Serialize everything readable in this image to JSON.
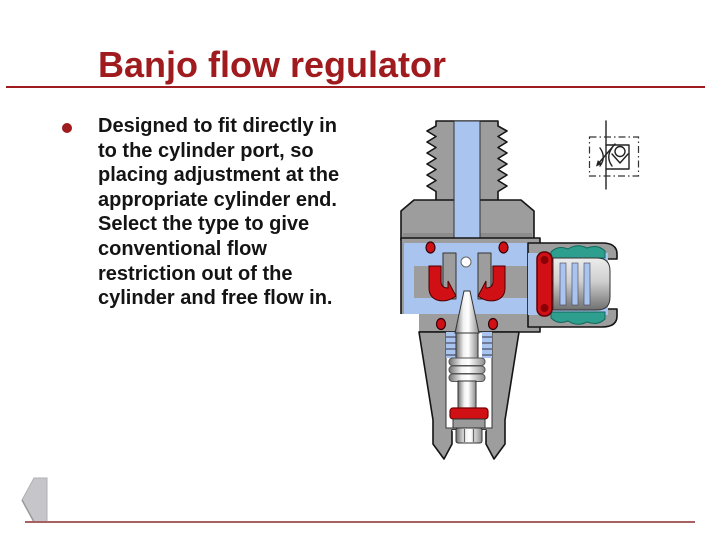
{
  "slide": {
    "title": "Banjo flow regulator",
    "bullet_lines": [
      "Designed to fit directly in",
      "to the cylinder port, so",
      "placing adjustment at the",
      "appropriate cylinder end.",
      "Select the type to give",
      "conventional flow",
      "restriction out of the",
      "cylinder and free flow in."
    ]
  },
  "figure": {
    "diagram": "banjo-flow-regulator-cross-section",
    "symbol": "one-way-flow-control-valve-symbol"
  },
  "nav": {
    "back": "previous-slide-arrow"
  },
  "colors": {
    "title_red": "#A01B1E",
    "accent_red": "#9E1B1E",
    "footer_rule": "#A86060",
    "body_text": "#141414",
    "metal_gray": "#9D9D9D",
    "bore_blue": "#A9C4EF",
    "seal_red": "#D01015",
    "seal_red_dark": "#8B0006",
    "collet_teal": "#2E9F8E",
    "outline_black": "#141414",
    "nav_arrow_gray": "#C6C6CA"
  }
}
